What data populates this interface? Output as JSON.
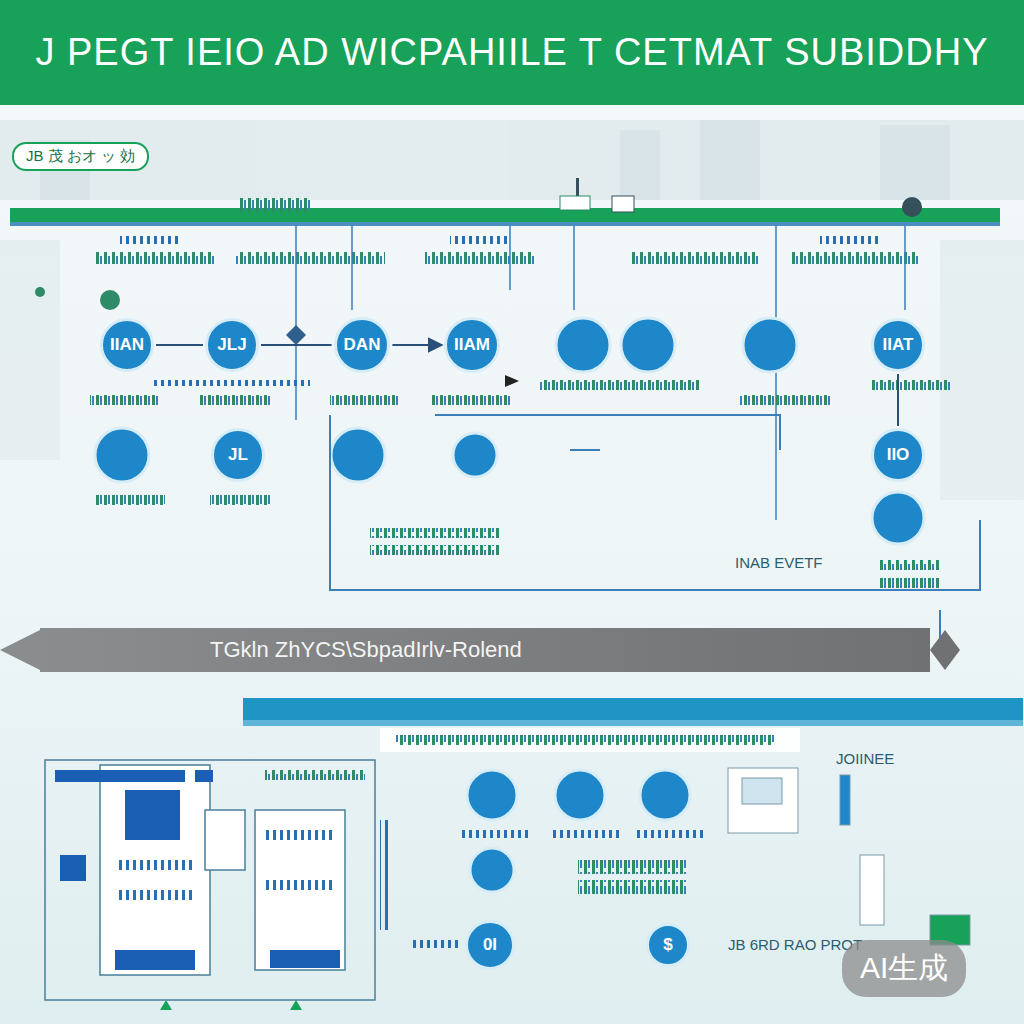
{
  "diagram": {
    "title": "J PEGT IEIO AD WICPAHIILE T CETMAT SUBIDDHY",
    "nodes": [
      {
        "text": [
          "IIAN"
        ]
      },
      {
        "text": [
          "JLJ"
        ]
      },
      {
        "text": [
          "DAN"
        ]
      },
      {
        "text": [
          "IIAM"
        ]
      },
      {
        "text": [
          "IIAT"
        ]
      },
      {
        "text": [
          "JL"
        ]
      },
      {
        "text": [
          "IIO"
        ]
      },
      {
        "text": [
          "TGkln ZhYCS\\SbpadIrlv-Rolend"
        ]
      },
      {
        "text": [
          "0I"
        ]
      },
      {
        "text": [
          "$"
        ]
      }
    ],
    "edges": [
      {
        "from": 0,
        "to": 1,
        "arrow": "none"
      },
      {
        "from": 1,
        "to": 2,
        "arrow": "none"
      },
      {
        "from": 2,
        "to": 3,
        "arrow": "to"
      },
      {
        "from": 4,
        "to": 6,
        "arrow": "none"
      }
    ],
    "labels": [
      "JB 茂 おオ ッ 効",
      "INAB EVETF",
      "JOIINEE",
      "JB 6RD RAO PROT",
      "AI生成"
    ]
  }
}
